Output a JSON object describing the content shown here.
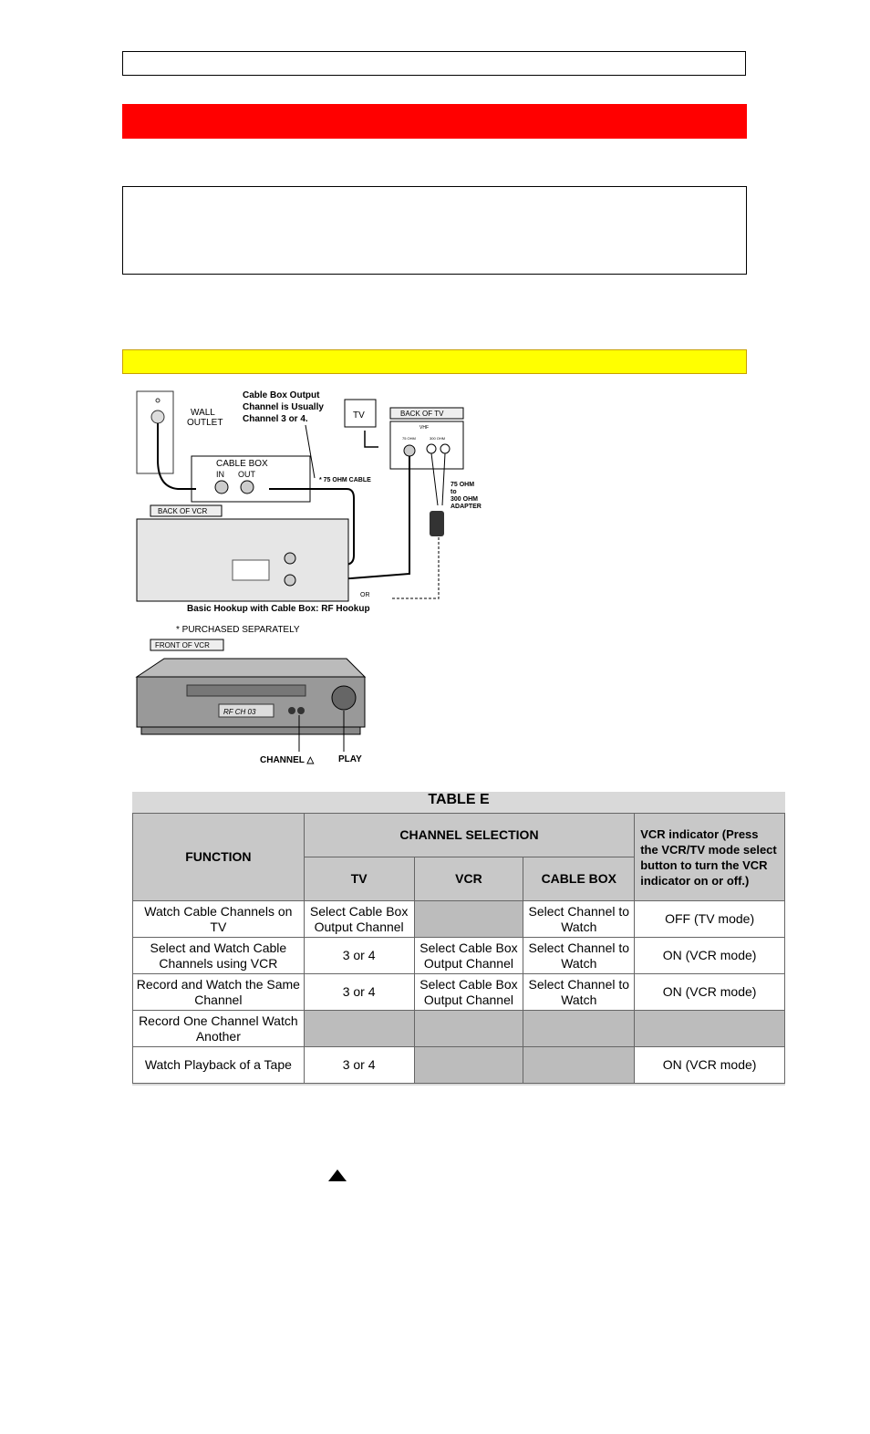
{
  "figure": {
    "wall_outlet": "WALL\nOUTLET",
    "wall_outlet_line1": "WALL",
    "wall_outlet_line2": "OUTLET",
    "callout_line1": "Cable Box Output",
    "callout_line2": "Channel is Usually",
    "callout_line3": "Channel 3 or 4.",
    "tv_label": "TV",
    "back_of_tv": "BACK OF TV",
    "vhf": "VHF",
    "ohm75": "75 OHM",
    "ohm300": "300 OHM",
    "cable_box": "CABLE BOX",
    "in": "IN",
    "out": "OUT",
    "cable_75": "*  75 OHM CABLE",
    "adapter_line1": "75 OHM",
    "adapter_line2": "to",
    "adapter_line3": "300 OHM",
    "adapter_line4": "ADAPTER",
    "back_of_vcr": "BACK OF VCR",
    "or": "OR",
    "caption": "Basic Hookup with Cable Box:  RF Hookup",
    "purchased": "*  PURCHASED SEPARATELY",
    "front_of_vcr": "FRONT OF VCR",
    "display": "RF CH 03",
    "channel_label": "CHANNEL △",
    "play_label": "PLAY"
  },
  "table": {
    "title": "TABLE E",
    "headers": {
      "function": "FUNCTION",
      "channel_selection": "CHANNEL SELECTION",
      "tv": "TV",
      "vcr": "VCR",
      "cable_box": "CABLE BOX",
      "indicator": "VCR indicator (Press the VCR/TV mode select button to turn the VCR indicator on or off.)"
    },
    "rows": [
      {
        "function": "Watch Cable Channels on TV",
        "tv": "Select Cable Box Output Channel",
        "vcr": "",
        "cable_box": "Select Channel to Watch",
        "indicator": "OFF (TV mode)"
      },
      {
        "function": "Select and Watch Cable Channels using VCR",
        "tv": "3 or 4",
        "vcr": "Select Cable Box Output Channel",
        "cable_box": "Select Channel to Watch",
        "indicator": "ON (VCR mode)"
      },
      {
        "function": "Record and Watch the Same Channel",
        "tv": "3 or 4",
        "vcr": "Select Cable Box Output Channel",
        "cable_box": "Select Channel to Watch",
        "indicator": "ON (VCR mode)"
      },
      {
        "function": "Record One Channel Watch Another",
        "tv": "",
        "vcr": "",
        "cable_box": "",
        "indicator": ""
      },
      {
        "function": "Watch Playback of a Tape",
        "tv": "3 or 4",
        "vcr": "",
        "cable_box": "",
        "indicator": "ON (VCR mode)"
      }
    ]
  }
}
